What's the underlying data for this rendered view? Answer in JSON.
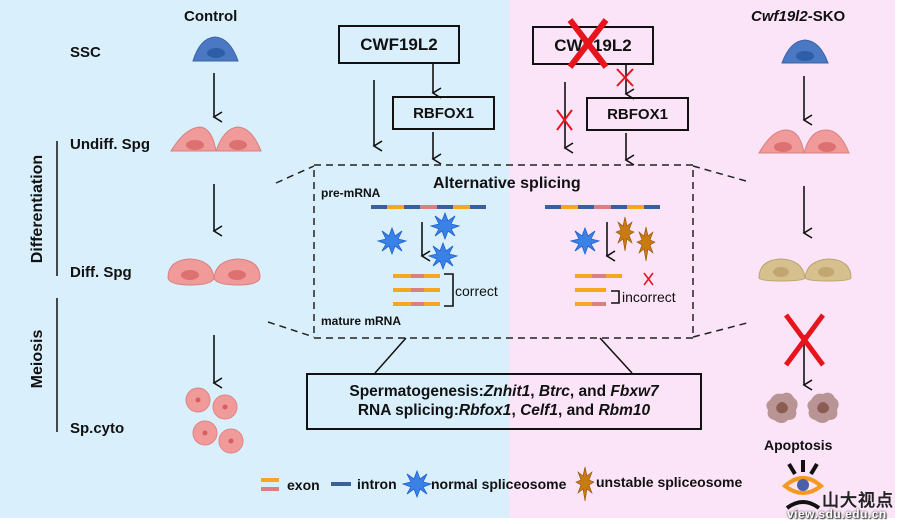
{
  "panels": {
    "left": {
      "title": "Control",
      "color": "#d9effb"
    },
    "right": {
      "title_italic": "Cwf19l2",
      "title_suffix": "-SKO",
      "color": "#fbe3f8"
    }
  },
  "stages": {
    "ssc": "SSC",
    "undiff": "Undiff. Spg",
    "diff": "Diff. Spg",
    "spcyto": "Sp.cyto"
  },
  "phases": {
    "differentiation": "Differentiation",
    "meiosis": "Meiosis"
  },
  "proteins": {
    "cwf19l2_left": "CWF19L2",
    "rbfox1_left": "RBFOX1",
    "cwf19l2_right": "CWF19L2",
    "rbfox1_right": "RBFOX1"
  },
  "splicing": {
    "title": "Alternative splicing",
    "pre_mrna": "pre-mRNA",
    "mature_mrna": "mature mRNA",
    "correct": "correct",
    "incorrect": "incorrect"
  },
  "genes": {
    "line1_prefix": "Spermatogenesis:",
    "line1_g1": "Znhit1",
    "line1_sep1": ", ",
    "line1_g2": "Btrc",
    "line1_sep2": ", and ",
    "line1_g3": "Fbxw7",
    "line2_prefix": "RNA splicing:",
    "line2_g1": "Rbfox1",
    "line2_sep1": ", ",
    "line2_g2": "Celf1",
    "line2_sep2": ", and ",
    "line2_g3": "Rbm10"
  },
  "outcome": {
    "apoptosis": "Apoptosis"
  },
  "legend": {
    "exon": "exon",
    "intron": "intron",
    "normal": "normal spliceosome",
    "unstable": "unstable spliceosome"
  },
  "colors": {
    "exon_orange": "#f5a623",
    "exon_pink": "#d98080",
    "intron_blue": "#3a5f9a",
    "ssc_blue": "#4a78c2",
    "spg_pink": "#f09a9a",
    "diff_tan": "#d6c08e",
    "apoptotic": "#b89494",
    "normal_spliceosome": "#3b82e6",
    "unstable_spliceosome": "#c97a12",
    "cross_red": "#e8141c"
  },
  "watermark": {
    "name_cn": "山大视点",
    "url": "view.sdu.edu.cn"
  }
}
